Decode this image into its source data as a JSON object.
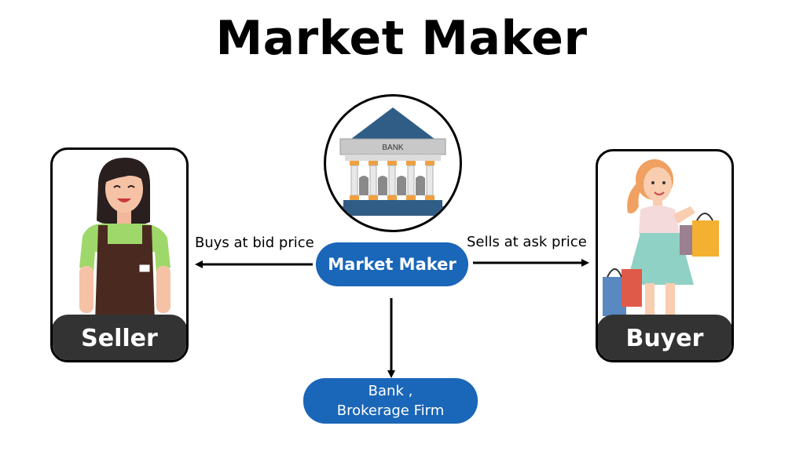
{
  "title": "Market Maker",
  "nodes": {
    "seller": {
      "label": "Seller"
    },
    "buyer": {
      "label": "Buyer"
    },
    "market_maker": {
      "label": "Market Maker"
    },
    "bank": {
      "line1": "Bank ,",
      "line2": "Brokerage Firm",
      "sign": "BANK"
    }
  },
  "edges": {
    "to_seller": {
      "label": "Buys at bid price"
    },
    "to_buyer": {
      "label": "Sells at ask price"
    }
  },
  "colors": {
    "pill_blue": "#1a66b8",
    "label_dark": "#333333",
    "bank_roof": "#2f5d86",
    "bank_column": "#f0a040"
  }
}
